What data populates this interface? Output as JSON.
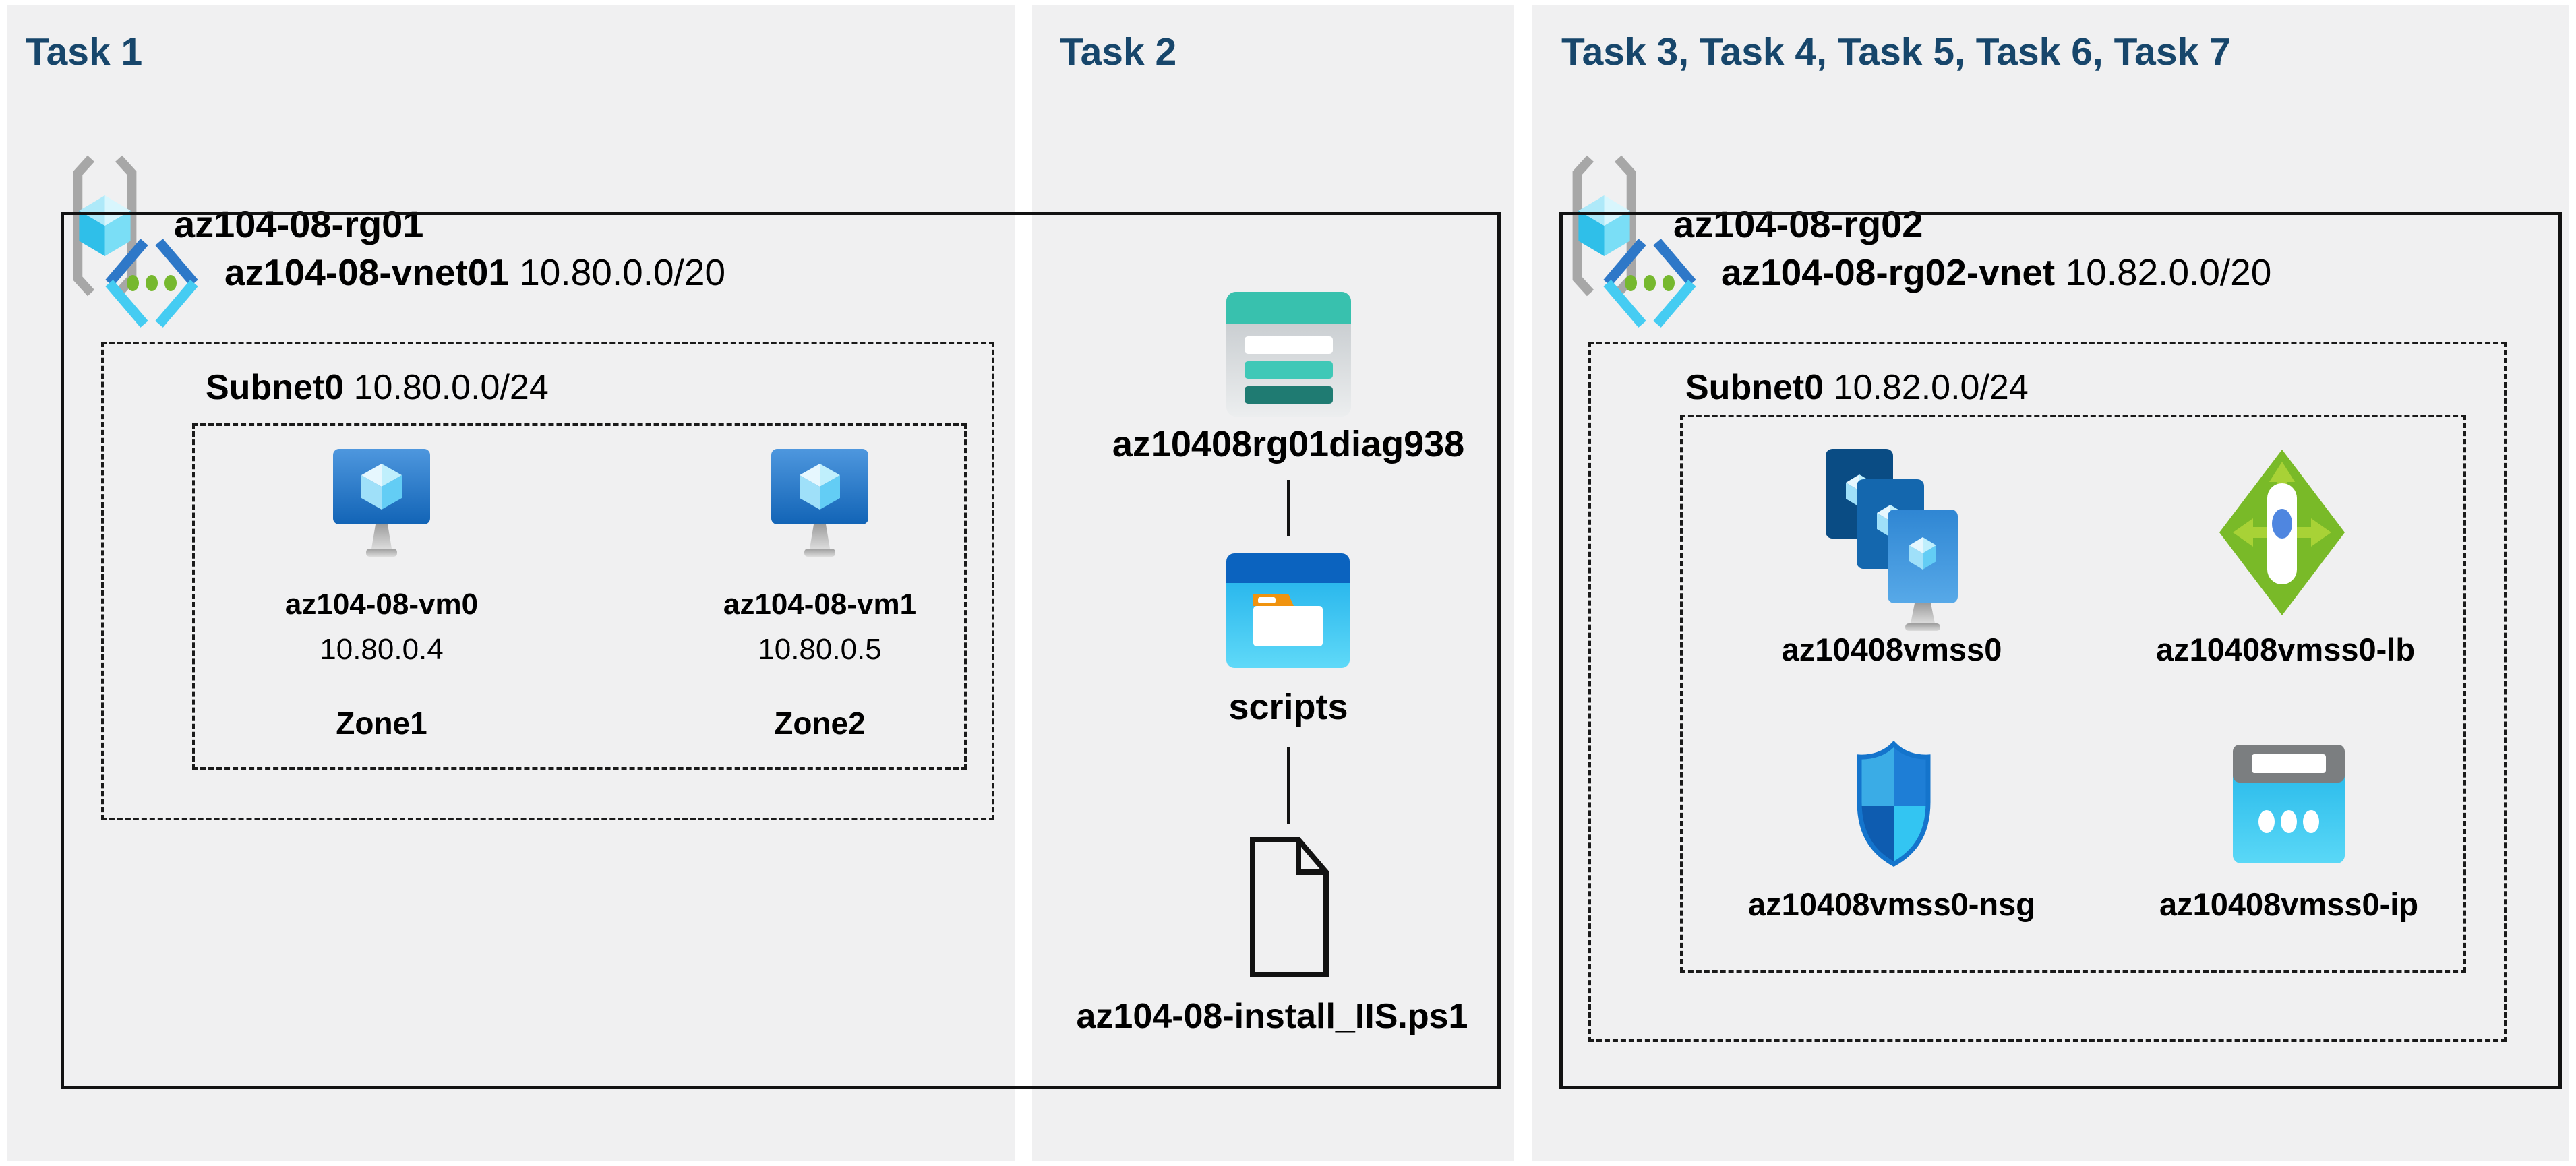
{
  "titles": {
    "task1": "Task 1",
    "task2": "Task 2",
    "task3": "Task 3, Task 4, Task 5, Task 6, Task 7"
  },
  "panel1": {
    "resource_group": "az104-08-rg01",
    "vnet_name": "az104-08-vnet01",
    "vnet_cidr": "10.80.0.0/20",
    "subnet_name": "Subnet0",
    "subnet_cidr": "10.80.0.0/24",
    "vms": [
      {
        "name": "az104-08-vm0",
        "ip": "10.80.0.4",
        "zone": "Zone1"
      },
      {
        "name": "az104-08-vm1",
        "ip": "10.80.0.5",
        "zone": "Zone2"
      }
    ]
  },
  "panel2": {
    "storage_account": "az10408rg01diag938",
    "container": "scripts",
    "script_file": "az104-08-install_IIS.ps1"
  },
  "panel3": {
    "resource_group": "az104-08-rg02",
    "vnet_name": "az104-08-rg02-vnet",
    "vnet_cidr": "10.82.0.0/20",
    "subnet_name": "Subnet0",
    "subnet_cidr": "10.82.0.0/24",
    "vmss": "az10408vmss0",
    "load_balancer": "az10408vmss0-lb",
    "nsg": "az10408vmss0-nsg",
    "public_ip": "az10408vmss0-ip"
  },
  "icons": {
    "resource_group": "resource-group-icon",
    "virtual_network": "virtual-network-icon",
    "virtual_machine": "virtual-machine-icon",
    "storage_account": "storage-account-icon",
    "blob_container": "blob-container-icon",
    "script_file": "file-icon",
    "vm_scale_set": "vm-scale-set-icon",
    "load_balancer": "load-balancer-icon",
    "network_security_group": "nsg-shield-icon",
    "public_ip": "public-ip-icon"
  },
  "colors": {
    "panel_bg": "#f0f0f1",
    "title_blue": "#17466b",
    "box_border": "#121212",
    "teal": "#38c1ae",
    "teal_dark": "#1f7b72",
    "azure_blue": "#2e78c8",
    "cyan": "#45ccf2",
    "green": "#76b82e",
    "lb_green": "#79ba28",
    "vm_blue_top": "#4e97de",
    "vm_blue_bottom": "#1264b6"
  }
}
